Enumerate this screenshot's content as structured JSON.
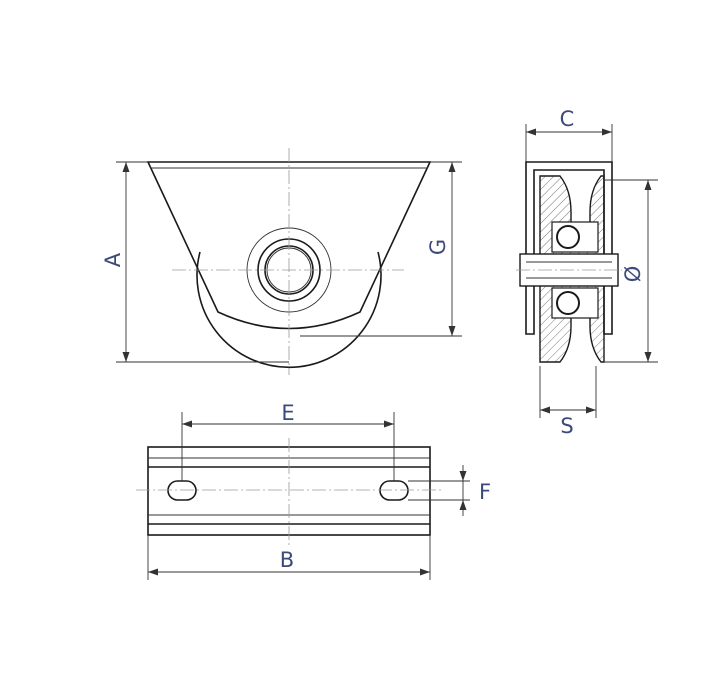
{
  "labels": {
    "A": "A",
    "B": "B",
    "C": "C",
    "E": "E",
    "F": "F",
    "G": "G",
    "S": "S",
    "diameter": "Ø"
  },
  "colors": {
    "label": "#3b4a7a",
    "line": "#1a1a1a",
    "centerline": "#9a9a9a"
  }
}
